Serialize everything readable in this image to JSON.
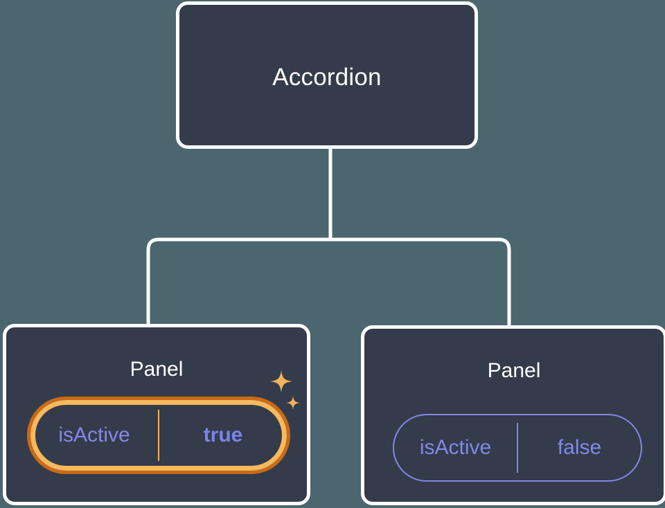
{
  "canvas": {
    "background_color": "#4c6670",
    "node_fill_color": "#343b4a",
    "node_border_color": "#ffffff",
    "edge_color": "#ffffff",
    "highlight_outer_color": "#c96a18",
    "highlight_inner_color": "#f6b95e",
    "sparkle_color": "#f2b35c",
    "prop_text_color": "#8189e8",
    "prop_value_highlight_color": "#7b83ec"
  },
  "tree": {
    "root": {
      "label": "Accordion"
    },
    "children": [
      {
        "label": "Panel",
        "prop": {
          "key": "isActive",
          "value": "true"
        },
        "highlighted": true,
        "sparkle_large_icon": "sparkle-icon",
        "sparkle_small_icon": "sparkle-icon"
      },
      {
        "label": "Panel",
        "prop": {
          "key": "isActive",
          "value": "false"
        },
        "highlighted": false
      }
    ]
  }
}
